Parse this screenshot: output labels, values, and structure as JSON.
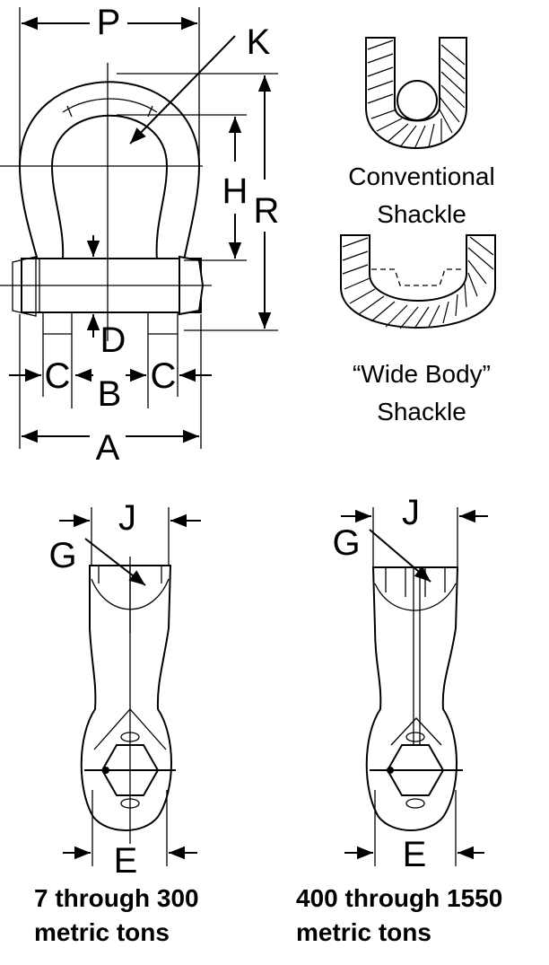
{
  "dimension_labels": {
    "P": "P",
    "K": "K",
    "H": "H",
    "R": "R",
    "D": "D",
    "C_left": "C",
    "B": "B",
    "C_right": "C",
    "A": "A",
    "J_left": "J",
    "G_left": "G",
    "E_left": "E",
    "J_right": "J",
    "G_right": "G",
    "E_right": "E"
  },
  "conventional": {
    "line1": "Conventional",
    "line2": "Shackle"
  },
  "wide_body": {
    "line1": "“Wide Body”",
    "line2": "Shackle"
  },
  "small_range": {
    "line1": "7 through 300",
    "line2": "metric tons"
  },
  "large_range": {
    "line1": "400 through 1550",
    "line2": "metric tons"
  }
}
